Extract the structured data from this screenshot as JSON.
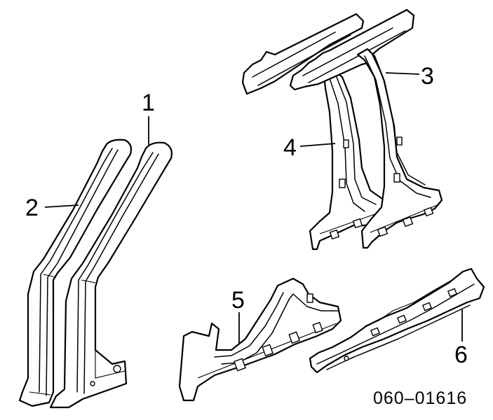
{
  "callouts": {
    "c1": "1",
    "c2": "2",
    "c3": "3",
    "c4": "4",
    "c5": "5",
    "c6": "6"
  },
  "reference_code": "060–01616"
}
